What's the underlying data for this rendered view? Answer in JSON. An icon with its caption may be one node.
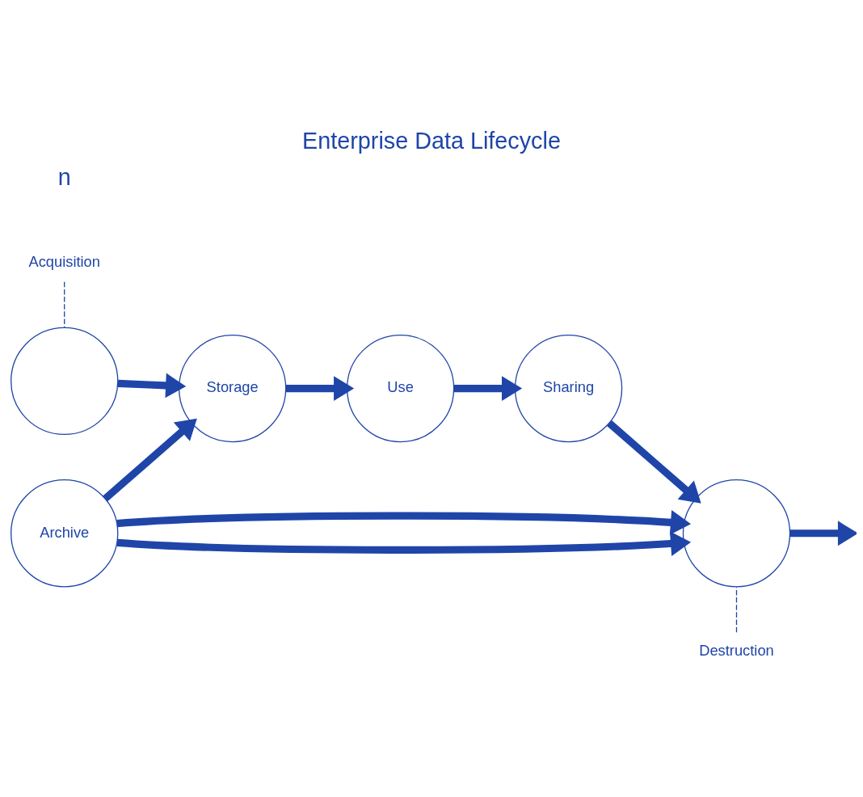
{
  "diagram": {
    "title": "Enterprise Data Lifecycle",
    "nodes": [
      {
        "text": [
          "Acquisition"
        ]
      },
      {
        "text": [],
        "shape": "circle"
      },
      {
        "text": [
          "Storage"
        ]
      },
      {
        "text": [
          "Use"
        ]
      },
      {
        "text": [
          "Sharing"
        ]
      },
      {
        "text": [
          "Archive"
        ]
      },
      {
        "text": [],
        "shape": "circle"
      },
      {
        "text": [
          "Destruction"
        ]
      }
    ],
    "edges": [
      {
        "from": 0,
        "to": 1,
        "arrow": "none",
        "style": "dashed"
      },
      {
        "from": 1,
        "to": 2,
        "arrow": "to"
      },
      {
        "from": 2,
        "to": 3,
        "arrow": "to"
      },
      {
        "from": 3,
        "to": 4,
        "arrow": "to"
      },
      {
        "from": 4,
        "to": 6,
        "arrow": "to"
      },
      {
        "from": 5,
        "to": 2,
        "arrow": "to"
      },
      {
        "from": 5,
        "to": 6,
        "arrow": "to"
      },
      {
        "from": 5,
        "to": 6,
        "arrow": "to"
      },
      {
        "from": 6,
        "to": null,
        "arrow": "to"
      },
      {
        "from": 7,
        "to": 6,
        "arrow": "none",
        "style": "dashed"
      }
    ],
    "labels": [
      "n"
    ]
  }
}
